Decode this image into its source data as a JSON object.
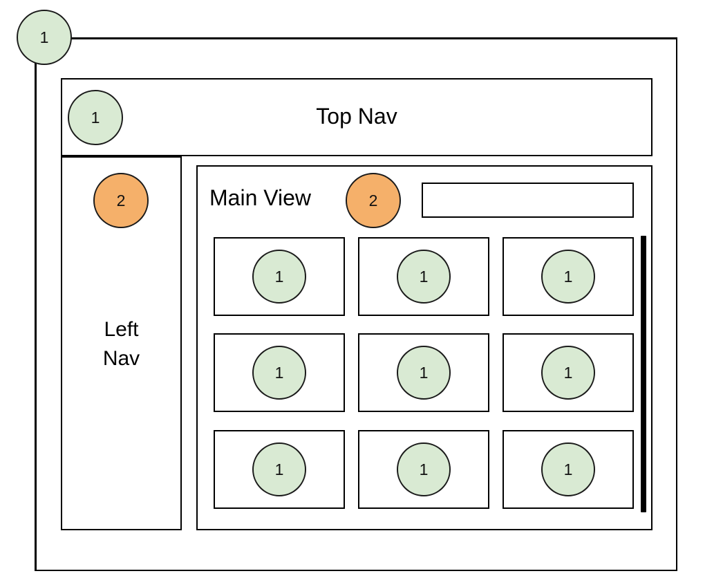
{
  "diagram": {
    "title": "UI layout wireframe with complexity badges",
    "colors": {
      "badge_green": "#d9ead3",
      "badge_orange": "#f5b06a",
      "stroke": "#000000",
      "background": "#ffffff"
    }
  },
  "window": {
    "corner_badge": "1"
  },
  "top_nav": {
    "label": "Top Nav",
    "badge": "1"
  },
  "left_nav": {
    "label": "Left\nNav",
    "badge": "2"
  },
  "main_view": {
    "label": "Main View",
    "badge": "2"
  },
  "search": {
    "value": "",
    "placeholder": ""
  },
  "scrollbar": {
    "orientation": "vertical",
    "thumb_position": "full"
  },
  "cards": [
    {
      "badge": "1",
      "row": 1,
      "col": 1
    },
    {
      "badge": "1",
      "row": 1,
      "col": 2
    },
    {
      "badge": "1",
      "row": 1,
      "col": 3
    },
    {
      "badge": "1",
      "row": 2,
      "col": 1
    },
    {
      "badge": "1",
      "row": 2,
      "col": 2
    },
    {
      "badge": "1",
      "row": 2,
      "col": 3
    },
    {
      "badge": "1",
      "row": 3,
      "col": 1
    },
    {
      "badge": "1",
      "row": 3,
      "col": 2
    },
    {
      "badge": "1",
      "row": 3,
      "col": 3
    }
  ]
}
